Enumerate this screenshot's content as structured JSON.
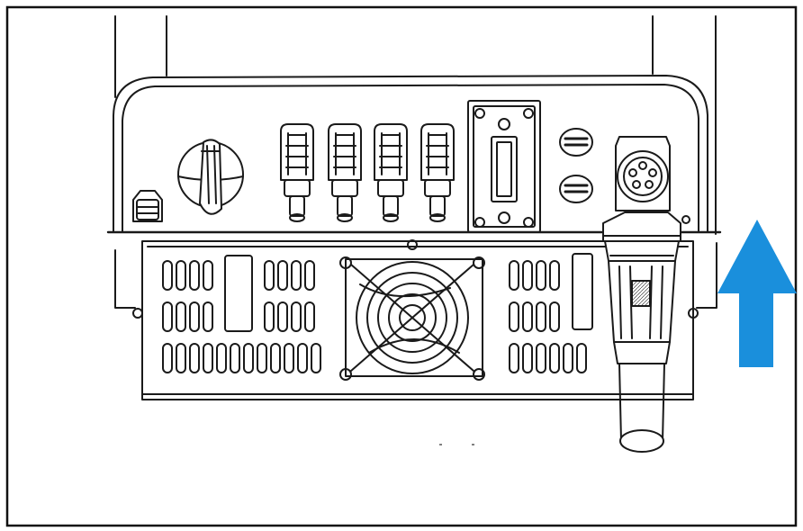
{
  "diagram": {
    "subject": "inverter-bottom-panel",
    "colors": {
      "line": "#1a1a1a",
      "fill": "#ffffff",
      "arrow": "#1a8fdc",
      "border": "#111111"
    },
    "icons": {
      "arrow": "arrow-up-icon",
      "fan": "fan-icon",
      "dc_switch": "dc-switch-icon",
      "gland": "cable-gland-icon",
      "ac_plug": "ac-connector-icon",
      "comm_port": "comm-port-icon"
    },
    "dc_connector_count": 4,
    "label_port_count": 2
  }
}
